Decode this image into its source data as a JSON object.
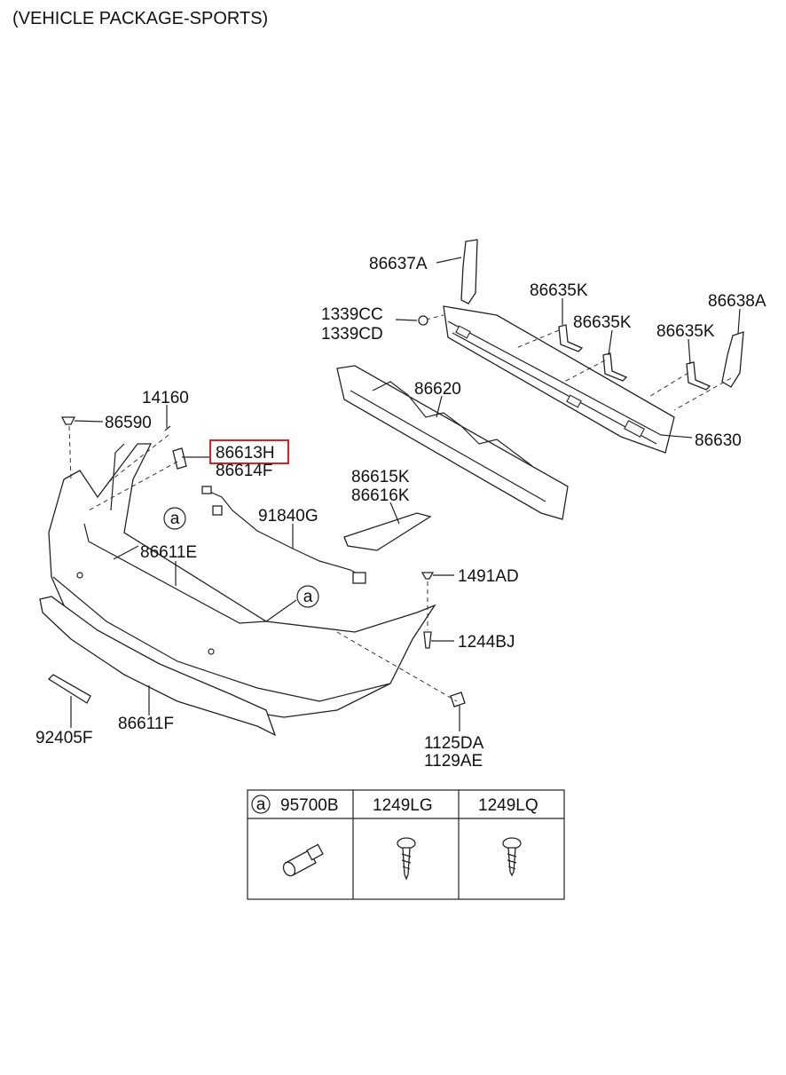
{
  "title": "(VEHICLE PACKAGE-SPORTS)",
  "parts": {
    "p86637A": "86637A",
    "p1339CC": "1339CC",
    "p1339CD": "1339CD",
    "p86635K_1": "86635K",
    "p86635K_2": "86635K",
    "p86635K_3": "86635K",
    "p86638A": "86638A",
    "p86620": "86620",
    "p86630": "86630",
    "p14160": "14160",
    "p86590": "86590",
    "p86613H": "86613H",
    "p86614F": "86614F",
    "p86615K": "86615K",
    "p86616K": "86616K",
    "p91840G": "91840G",
    "p86611E": "86611E",
    "p1491AD": "1491AD",
    "p1244BJ": "1244BJ",
    "p92405F": "92405F",
    "p86611F": "86611F",
    "p1125DA": "1125DA",
    "p1129AE": "1129AE"
  },
  "callout": "a",
  "highlighted_part": "86613H",
  "table": {
    "headers": [
      "95700B",
      "1249LG",
      "1249LQ"
    ],
    "callout": "a"
  },
  "colors": {
    "highlight": "#e02020",
    "line": "#222222"
  }
}
